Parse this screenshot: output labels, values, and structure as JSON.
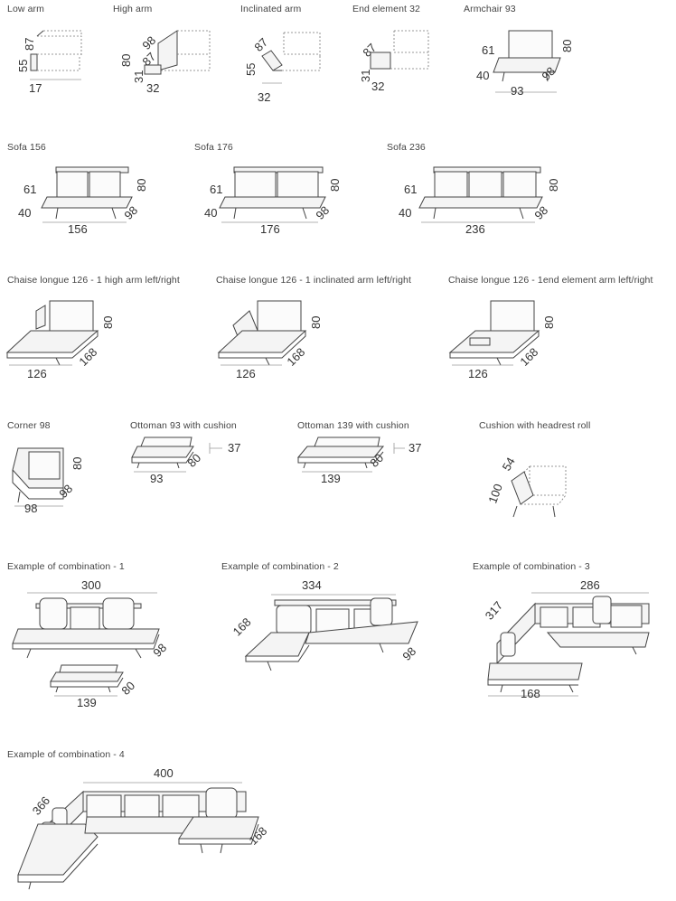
{
  "items": {
    "low_arm": {
      "title": "Low arm",
      "dims": [
        "87",
        "55",
        "17"
      ]
    },
    "high_arm": {
      "title": "High arm",
      "dims": [
        "98",
        "80",
        "87",
        "31",
        "32"
      ]
    },
    "inclinated_arm": {
      "title": "Inclinated arm",
      "dims": [
        "87",
        "55",
        "32"
      ]
    },
    "end_element_32": {
      "title": "End element 32",
      "dims": [
        "87",
        "31",
        "32"
      ]
    },
    "armchair_93": {
      "title": "Armchair 93",
      "dims": [
        "61",
        "40",
        "80",
        "98",
        "93"
      ]
    },
    "sofa_156": {
      "title": "Sofa 156",
      "dims": [
        "61",
        "40",
        "80",
        "98",
        "156"
      ]
    },
    "sofa_176": {
      "title": "Sofa 176",
      "dims": [
        "61",
        "40",
        "80",
        "98",
        "176"
      ]
    },
    "sofa_236": {
      "title": "Sofa 236",
      "dims": [
        "61",
        "40",
        "80",
        "98",
        "236"
      ]
    },
    "chaise_high": {
      "title": "Chaise longue 126 - 1 high arm left/right",
      "dims": [
        "80",
        "168",
        "126"
      ]
    },
    "chaise_inclinated": {
      "title": "Chaise longue 126 - 1 inclinated arm left/right",
      "dims": [
        "80",
        "168",
        "126"
      ]
    },
    "chaise_end": {
      "title": "Chaise longue 126 - 1end element arm left/right",
      "dims": [
        "80",
        "168",
        "126"
      ]
    },
    "corner_98": {
      "title": "Corner 98",
      "dims": [
        "80",
        "98",
        "98"
      ]
    },
    "ottoman_93": {
      "title": "Ottoman 93 with cushion",
      "dims": [
        "37",
        "80",
        "93"
      ]
    },
    "ottoman_139": {
      "title": "Ottoman 139 with cushion",
      "dims": [
        "37",
        "80",
        "139"
      ]
    },
    "cushion_roll": {
      "title": "Cushion with headrest roll",
      "dims": [
        "54",
        "100"
      ]
    },
    "combo_1": {
      "title": "Example of combination - 1",
      "dims": [
        "300",
        "98",
        "139",
        "80"
      ]
    },
    "combo_2": {
      "title": "Example of combination - 2",
      "dims": [
        "334",
        "168",
        "98"
      ]
    },
    "combo_3": {
      "title": "Example of combination - 3",
      "dims": [
        "286",
        "317",
        "168"
      ]
    },
    "combo_4": {
      "title": "Example of combination - 4",
      "dims": [
        "400",
        "366",
        "168"
      ]
    }
  }
}
